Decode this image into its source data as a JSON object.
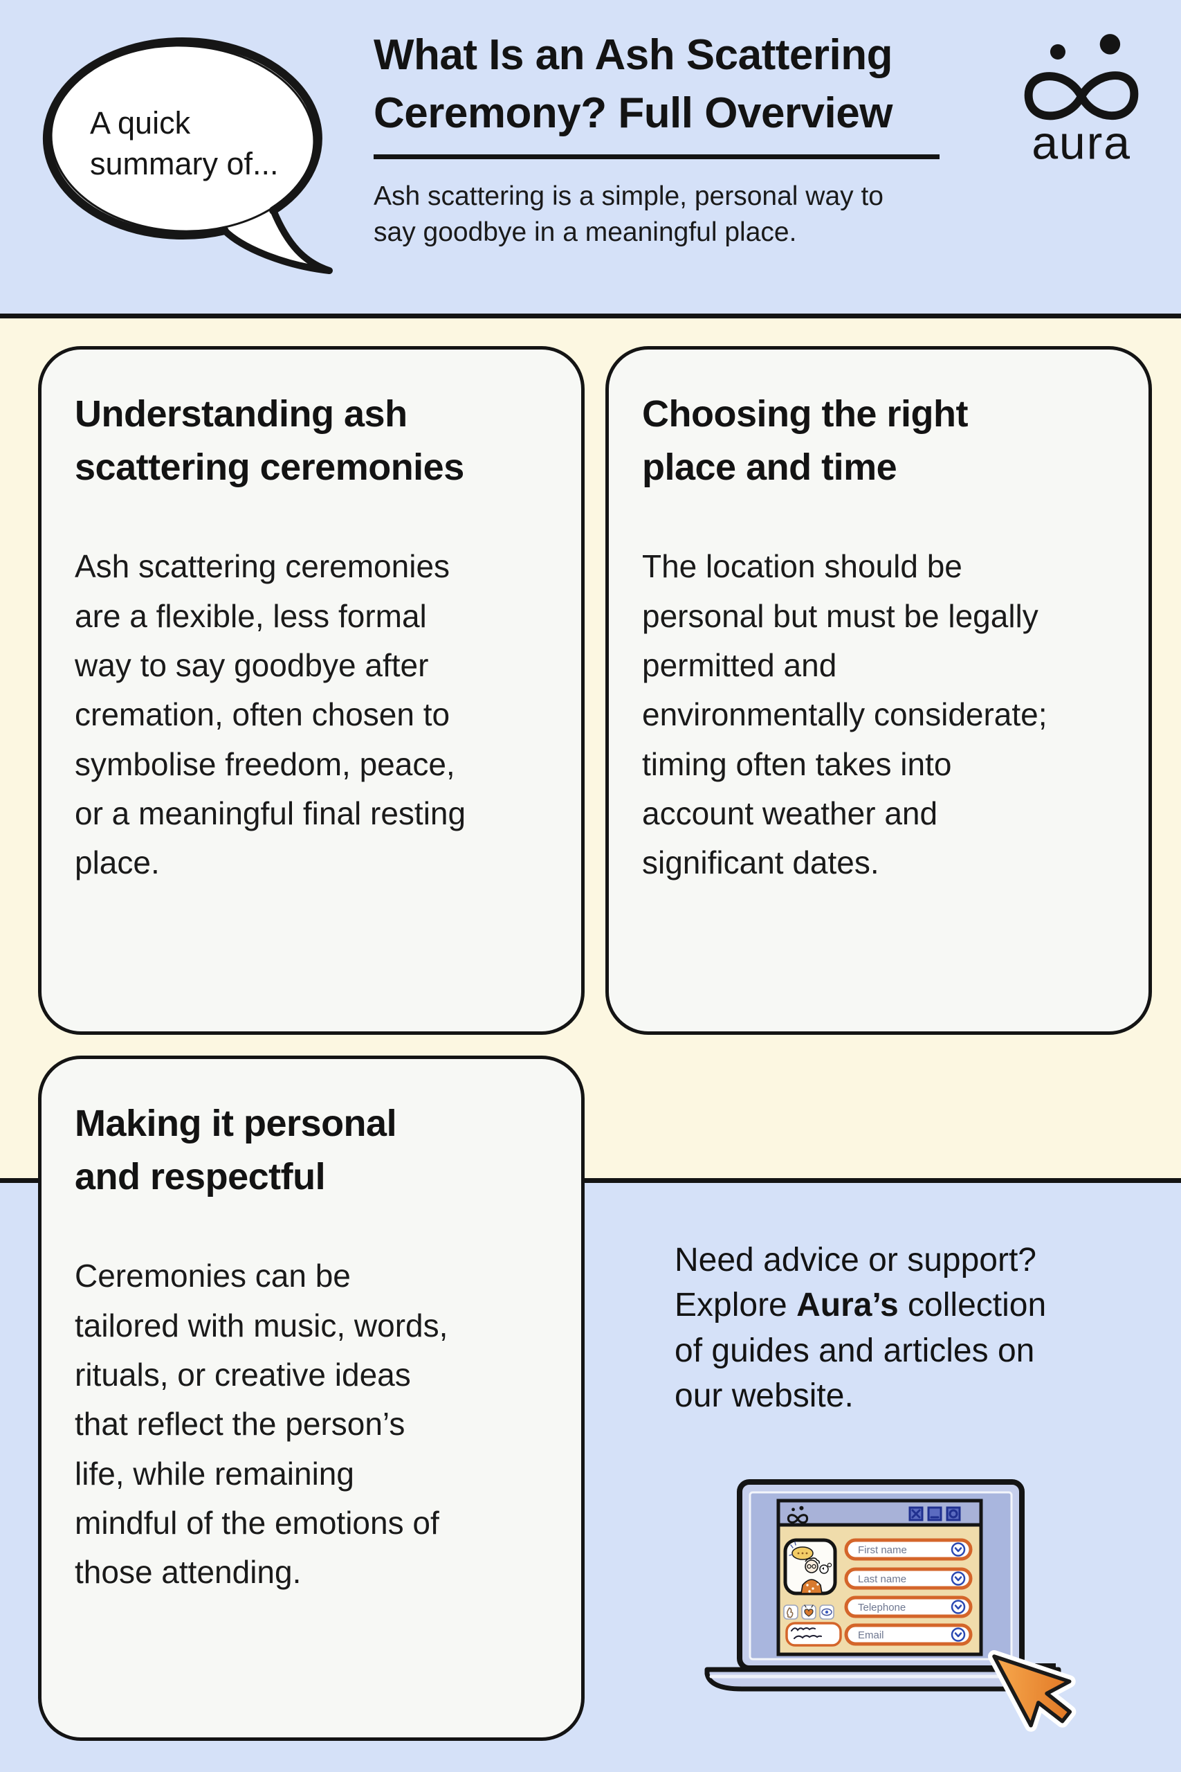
{
  "brand": {
    "name": "aura"
  },
  "colors": {
    "background_blue": "#d5e1f8",
    "background_cream": "#fcf7e1",
    "card_background": "#f7f8f5",
    "ink_black": "#141414",
    "accent_orange": "#d4652a",
    "illustration_blue": "#2b49b2",
    "form_panel_tan": "#f0dcab"
  },
  "header": {
    "bubble_text": "A quick\nsummary of...",
    "title": "What Is an Ash Scattering\nCeremony? Full Overview",
    "subtitle": "Ash scattering is a simple, personal way to\nsay goodbye in a meaningful place."
  },
  "cards": [
    {
      "title": "Understanding ash\nscattering ceremonies",
      "body": "Ash scattering ceremonies\nare a flexible, less formal\nway to say goodbye after\ncremation, often chosen to\nsymbolise freedom, peace,\nor a meaningful final resting\nplace."
    },
    {
      "title": "Choosing the right\nplace and time",
      "body": "The location should be\npersonal but must be legally\npermitted and\nenvironmentally considerate;\ntiming often takes into\naccount weather and\nsignificant dates."
    },
    {
      "title": "Making it personal\nand respectful",
      "body": "Ceremonies can be\ntailored with music, words,\nrituals, or creative ideas\nthat reflect the person’s\nlife, while remaining\nmindful of the emotions of\nthose attending."
    }
  ],
  "support": {
    "before": "Need advice or support?\nExplore ",
    "brand": "Aura’s",
    "after": " collection\nof guides and articles on\nour website."
  },
  "laptop": {
    "icons": {
      "titlebar_logo": "aura-infinity-icon",
      "window_controls": [
        "close",
        "minimize",
        "maximize"
      ],
      "cursor": "orange-pointer-cursor"
    },
    "fields": [
      {
        "label": "First name"
      },
      {
        "label": "Last name"
      },
      {
        "label": "Telephone"
      },
      {
        "label": "Email"
      }
    ]
  }
}
